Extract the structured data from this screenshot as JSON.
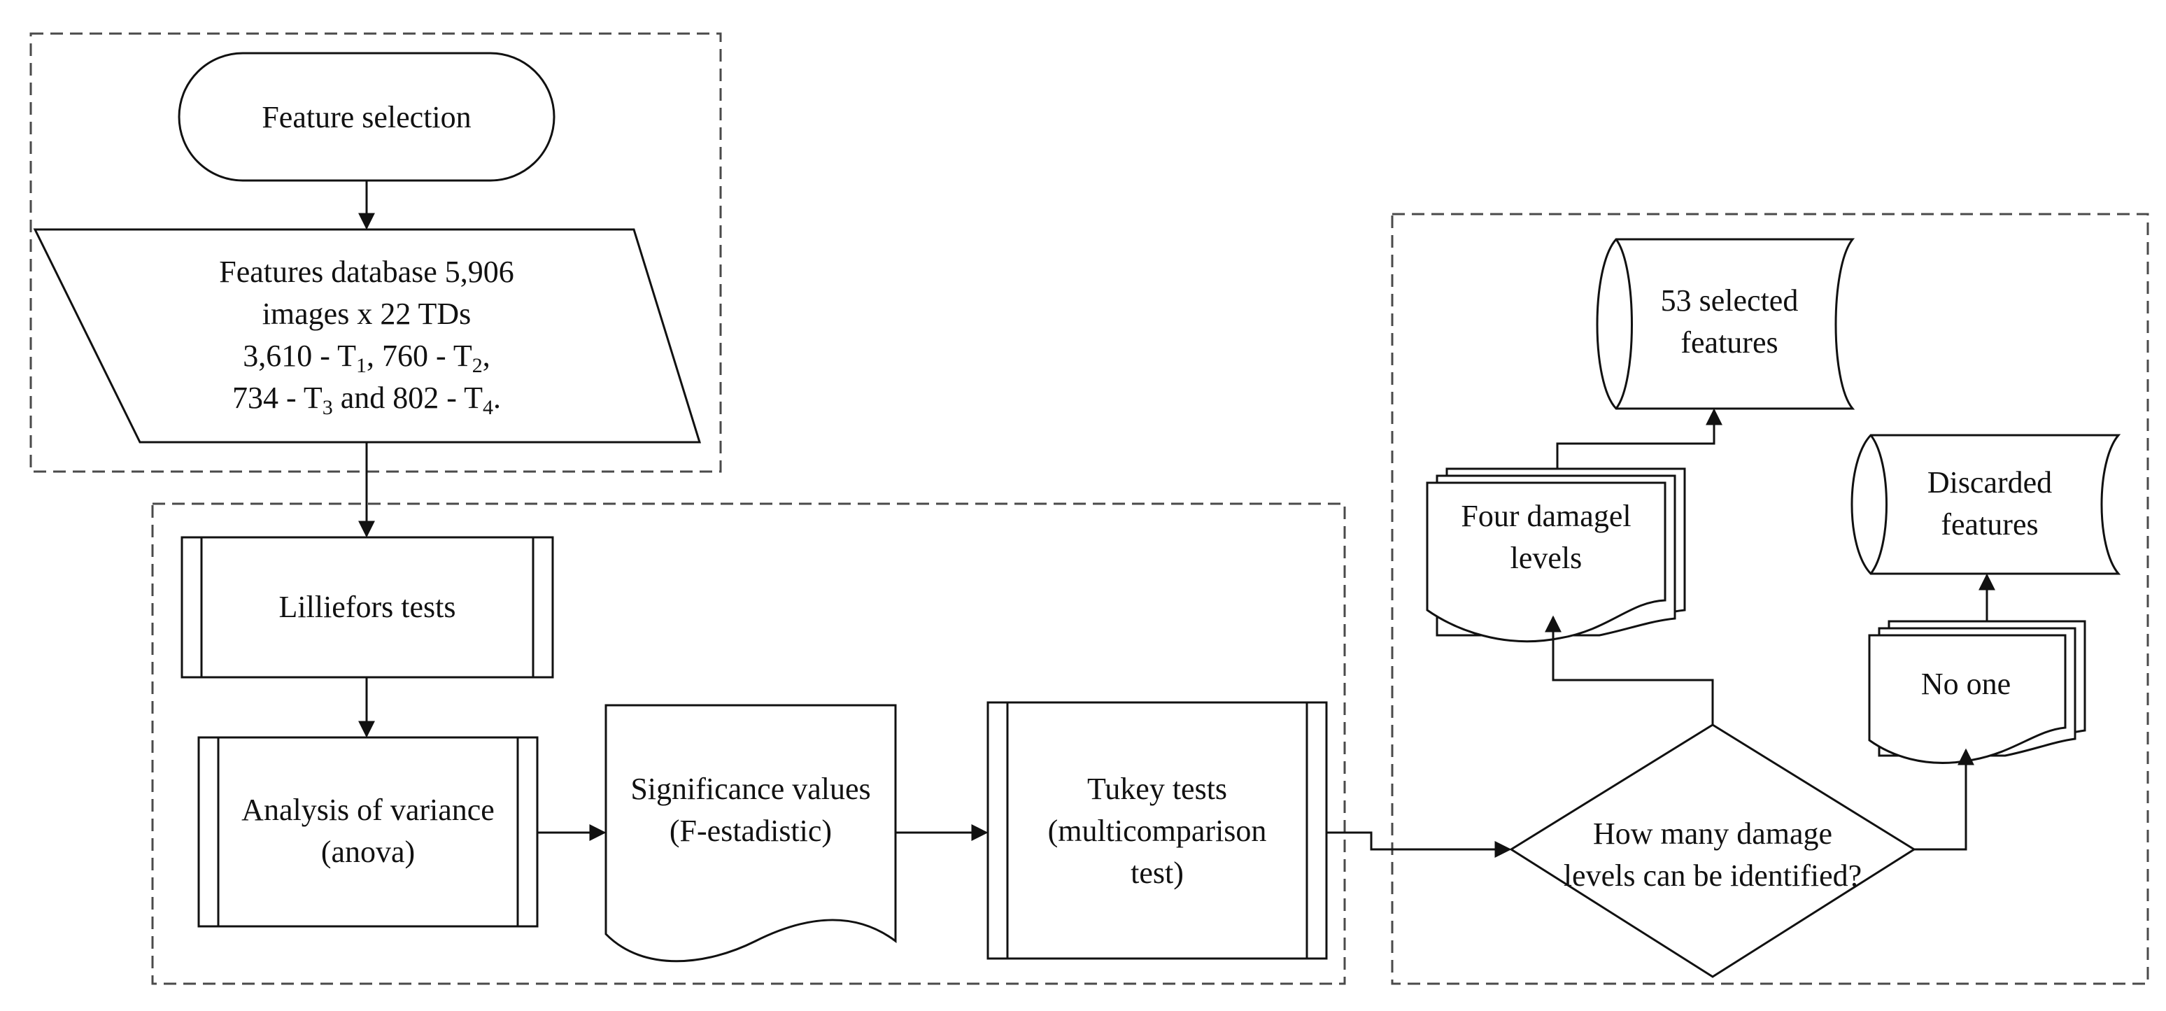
{
  "nodes": {
    "start": {
      "label": "Feature selection"
    },
    "database": {
      "line1": "Features database 5,906",
      "line2": "images x 22 TDs",
      "line3_pre": "3,610 - T",
      "line3_sub1": "1",
      "line3_mid": ", 760 - T",
      "line3_sub2": "2",
      "line3_post": ",",
      "line4_pre": "734 - T",
      "line4_sub1": "3",
      "line4_mid": " and 802 - T",
      "line4_sub2": "4",
      "line4_post": "."
    },
    "lilliefors": {
      "label": "Lilliefors tests"
    },
    "anova": {
      "line1": "Analysis of variance",
      "line2": "(anova)"
    },
    "significance": {
      "line1": "Significance values",
      "line2": "(F-estadistic)"
    },
    "tukey": {
      "line1": "Tukey tests",
      "line2": "(multicomparison",
      "line3": "test)"
    },
    "decision": {
      "line1": "How many damage",
      "line2": "levels can be identified?"
    },
    "four_levels": {
      "line1": "Four damagel",
      "line2": "levels"
    },
    "no_one": {
      "label": "No one"
    },
    "selected": {
      "line1": "53 selected",
      "line2": "features"
    },
    "discarded": {
      "line1": "Discarded",
      "line2": "features"
    }
  }
}
